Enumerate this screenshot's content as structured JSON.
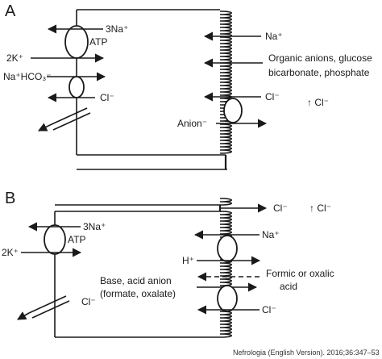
{
  "panelA": {
    "letter": "A",
    "basolateral": {
      "pump_na": "3Na⁺",
      "pump_atp": "ATP",
      "pump_k": "2K⁺",
      "nahco3": "Na⁺HCO₃⁻",
      "cl": "Cl⁻"
    },
    "apical": {
      "na": "Na⁺",
      "organic_line1": "Organic anions, glucose",
      "organic_line2": "bicarbonate, phosphate",
      "cl": "Cl⁻",
      "anion": "Anion⁻",
      "effect": "↑ Cl⁻"
    }
  },
  "panelB": {
    "letter": "B",
    "basolateral": {
      "pump_na": "3Na⁺",
      "pump_atp": "ATP",
      "pump_k": "2K⁺",
      "cl": "Cl⁻"
    },
    "apical": {
      "paracellular_cl": "Cl⁻",
      "effect": "↑ Cl⁻",
      "na": "Na⁺",
      "h": "H⁺",
      "formic_line1": "Formic or oxalic",
      "formic_line2": "acid",
      "base_line1": "Base, acid anion",
      "base_line2": "(formate, oxalate)",
      "cl": "Cl⁻"
    }
  },
  "citation": "Nefrologia (English Version). 2016;36:347–53"
}
